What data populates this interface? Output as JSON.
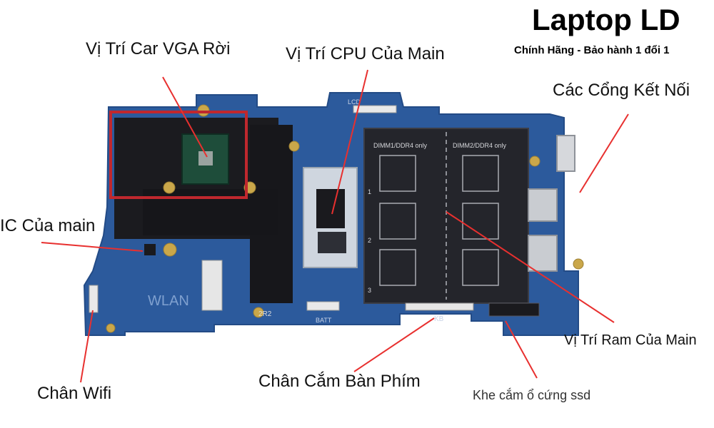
{
  "brand": {
    "name": "Laptop LD",
    "tagline": "Chính Hãng - Bảo hành 1 đổi 1"
  },
  "labels": {
    "vga": "Vị Trí Car VGA Rời",
    "cpu": "Vị Trí CPU Của Main",
    "ports": "Các Cổng Kết Nối",
    "ic": "IC Của main",
    "ram": "Vị Trí Ram Của Main",
    "keyboard": "Chân Cắm Bàn Phím",
    "wifi": "Chân Wifi",
    "ssd": "Khe cắm ổ cứng ssd"
  },
  "board_silkscreen": {
    "dimm1": "DIMM1/DDR4 only",
    "dimm2": "DIMM2/DDR4 only",
    "wlan": "WLAN",
    "batt": "BATT",
    "kb": "KB",
    "lcd": "LCD",
    "chip_mark": "2R2",
    "slot_numbers": [
      "1",
      "2",
      "3"
    ]
  },
  "colors": {
    "pcb": "#2c5a9c",
    "callout_line": "#e8302f",
    "highlight_box": "#c0282e"
  }
}
